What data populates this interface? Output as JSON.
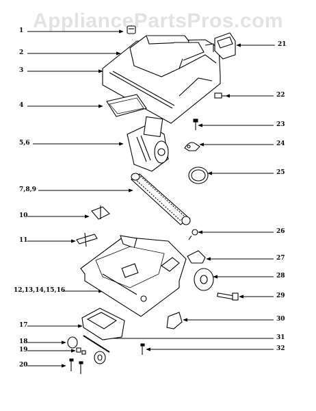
{
  "watermark": "AppliancePartsPros.com",
  "callouts": [
    {
      "id": "1",
      "text": "1"
    },
    {
      "id": "2",
      "text": "2"
    },
    {
      "id": "3",
      "text": "3"
    },
    {
      "id": "4",
      "text": "4"
    },
    {
      "id": "5_6",
      "text": "5,6"
    },
    {
      "id": "7_8_9",
      "text": "7,8,9"
    },
    {
      "id": "10",
      "text": "10"
    },
    {
      "id": "11",
      "text": "11"
    },
    {
      "id": "12_16",
      "text": "12,13,14,15,16"
    },
    {
      "id": "17",
      "text": "17"
    },
    {
      "id": "18",
      "text": "18"
    },
    {
      "id": "19",
      "text": "19"
    },
    {
      "id": "20",
      "text": "20"
    },
    {
      "id": "21",
      "text": "21"
    },
    {
      "id": "22",
      "text": "22"
    },
    {
      "id": "23",
      "text": "23"
    },
    {
      "id": "24",
      "text": "24"
    },
    {
      "id": "25",
      "text": "25"
    },
    {
      "id": "26",
      "text": "26"
    },
    {
      "id": "27",
      "text": "27"
    },
    {
      "id": "28",
      "text": "28"
    },
    {
      "id": "29",
      "text": "29"
    },
    {
      "id": "30",
      "text": "30"
    },
    {
      "id": "31",
      "text": "31"
    },
    {
      "id": "32",
      "text": "32"
    }
  ]
}
